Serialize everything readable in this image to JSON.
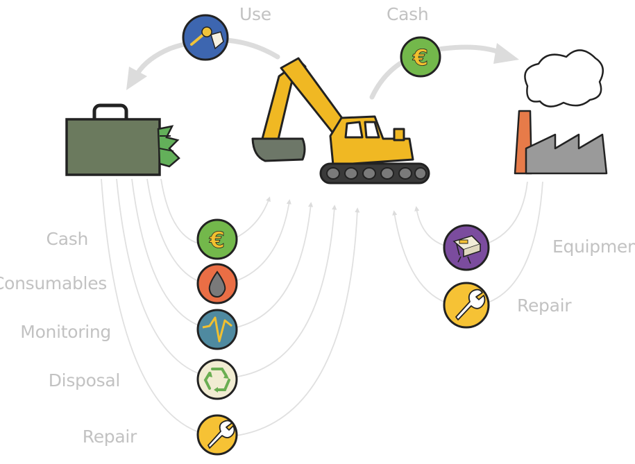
{
  "flows": {
    "use": "Use",
    "cash_top": "Cash"
  },
  "user_inputs": [
    {
      "label": "Cash",
      "icon": "euro-icon"
    },
    {
      "label": "Consumables",
      "icon": "oil-drop-icon"
    },
    {
      "label": "Monitoring",
      "icon": "signal-wave-icon"
    },
    {
      "label": "Disposal",
      "icon": "recycle-icon"
    },
    {
      "label": "Repair",
      "icon": "wrench-icon"
    }
  ],
  "manufacturer_inputs": [
    {
      "label": "Equipment",
      "icon": "machine-part-icon"
    },
    {
      "label": "Repair",
      "icon": "wrench-icon"
    }
  ],
  "colors": {
    "arrow": "#dcdcdc",
    "label": "#c2c2c2",
    "excavator_yellow": "#f0b823",
    "briefcase_green": "#6b7a5e",
    "use_icon_blue": "#3d66b0",
    "euro_green": "#73b84b",
    "consumables_orange": "#ea6e45",
    "monitoring_teal": "#4f8aa0",
    "disposal_cream": "#f1ecd2",
    "repair_yellow": "#f6c235",
    "equipment_purple": "#7b4c9e"
  }
}
